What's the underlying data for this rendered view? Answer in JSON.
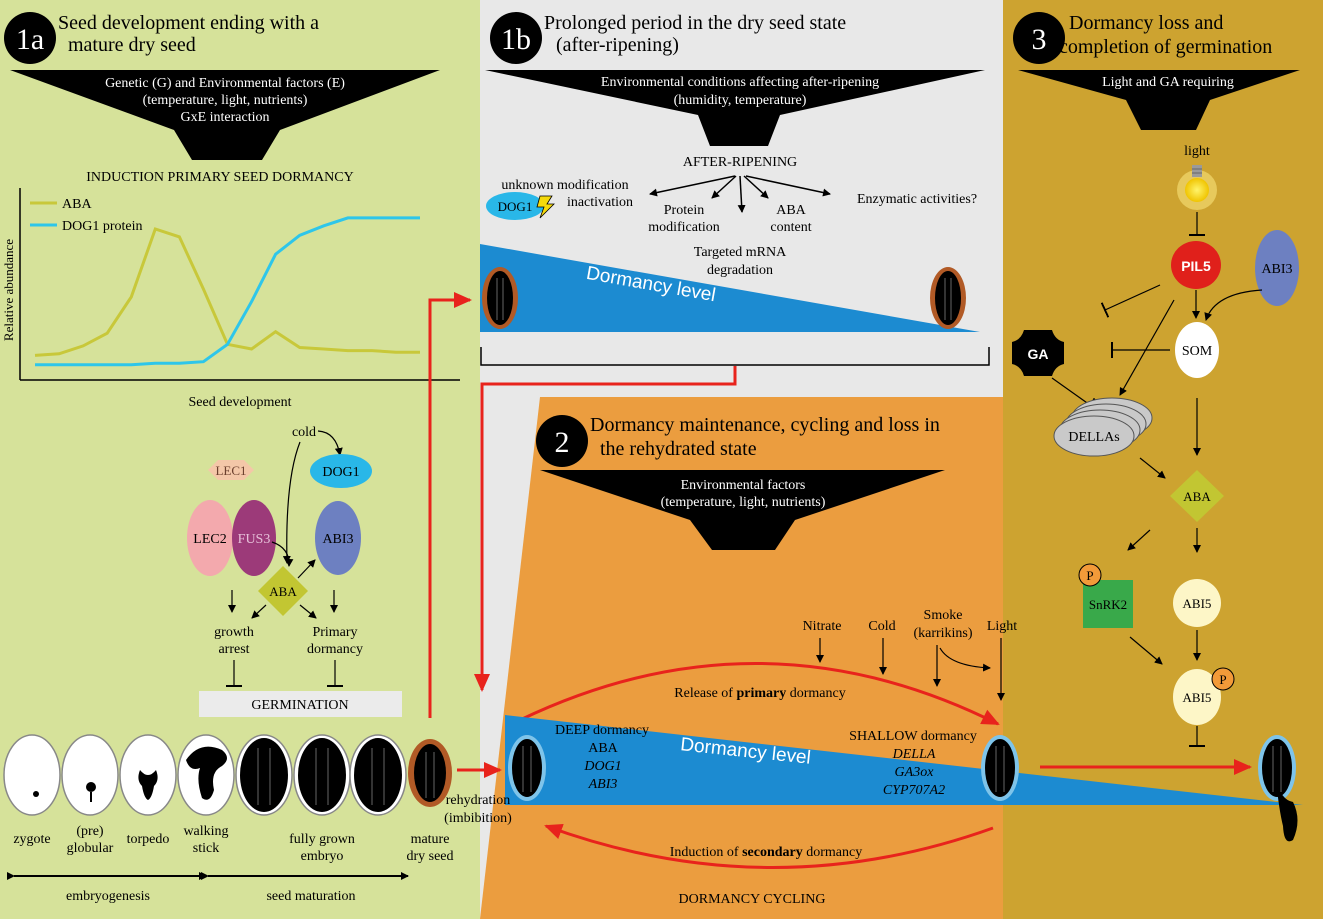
{
  "colors": {
    "panel_1a": "#d6e29a",
    "panel_1b": "#e8e8e8",
    "panel_2": "#eb9d3f",
    "panel_3": "#cda330",
    "dormancy_wedge": "#1c8bd1",
    "aba_line": "#c8c83a",
    "dog1_line": "#2ec6ea",
    "red_arrow": "#e8231c",
    "lec1": "#f4c7a8",
    "lec2": "#f3a9ad",
    "fus3": "#9c3a79",
    "abi3": "#6d80c1",
    "dog1": "#29b7e8",
    "aba_diamond": "#c2c632",
    "pil5": "#e0201b",
    "snrk2": "#39a94a",
    "abi5": "#fdf6c7",
    "phospho": "#f29a39"
  },
  "panel_1a": {
    "badge": "1a",
    "title_line1": "Seed development ending with a",
    "title_line2": "mature dry seed",
    "factors_line1": "Genetic (G) and Environmental factors (E)",
    "factors_line2": "(temperature, light, nutrients)",
    "factors_line3": "GxE interaction",
    "induction_label": "INDUCTION PRIMARY SEED DORMANCY",
    "legend_aba": "ABA",
    "legend_dog1": "DOG1 protein",
    "ylabel": "Relative abundance",
    "xlabel": "Seed development",
    "cold": "cold",
    "lec1": "LEC1",
    "lec2": "LEC2",
    "fus3": "FUS3",
    "dog1": "DOG1",
    "abi3": "ABI3",
    "aba": "ABA",
    "growth_arrest_1": "growth",
    "growth_arrest_2": "arrest",
    "primary_dormancy_1": "Primary",
    "primary_dormancy_2": "dormancy",
    "germination": "GERMINATION",
    "stages": [
      {
        "line1": "zygote",
        "line2": ""
      },
      {
        "line1": "(pre)",
        "line2": "globular"
      },
      {
        "line1": "torpedo",
        "line2": ""
      },
      {
        "line1": "walking",
        "line2": "stick"
      },
      {
        "line1": "fully grown",
        "line2": "embryo"
      },
      {
        "line1": "mature",
        "line2": "dry seed"
      }
    ],
    "embryogenesis": "embryogenesis",
    "seed_maturation": "seed maturation"
  },
  "chart_data": {
    "type": "line",
    "title": "",
    "xlabel": "Seed development",
    "ylabel": "Relative abundance",
    "x": [
      0,
      1,
      2,
      3,
      4,
      5,
      6,
      7,
      8,
      9,
      10,
      11,
      12,
      13,
      14,
      15,
      16
    ],
    "ylim": [
      0,
      100
    ],
    "series": [
      {
        "name": "ABA",
        "values": [
          8,
          9,
          14,
          22,
          45,
          88,
          83,
          50,
          15,
          12,
          23,
          13,
          12,
          11,
          11,
          10,
          10
        ]
      },
      {
        "name": "DOG1 protein",
        "values": [
          2,
          2,
          2,
          2,
          2,
          3,
          3,
          4,
          15,
          42,
          72,
          84,
          90,
          95,
          95,
          95,
          95
        ]
      }
    ]
  },
  "panel_1b": {
    "badge": "1b",
    "title_line1": "Prolonged period in the dry seed state",
    "title_line2": "(after-ripening)",
    "env_line1": "Environmental conditions affecting after-ripening",
    "env_line2": "(humidity, temperature)",
    "after_ripening": "AFTER-RIPENING",
    "unknown_mod": "unknown modification",
    "inactivation": "inactivation",
    "dog1": "DOG1",
    "protein_mod_1": "Protein",
    "protein_mod_2": "modification",
    "aba_content_1": "ABA",
    "aba_content_2": "content",
    "enzymatic": "Enzymatic activities?",
    "mrna_1": "Targeted mRNA",
    "mrna_2": "degradation",
    "dormancy_level": "Dormancy level"
  },
  "panel_2": {
    "badge": "2",
    "title_line1": "Dormancy maintenance, cycling and loss in",
    "title_line2": "the rehydrated state",
    "env_line1": "Environmental factors",
    "env_line2": "(temperature, light, nutrients)",
    "nitrate": "Nitrate",
    "cold": "Cold",
    "smoke_1": "Smoke",
    "smoke_2": "(karrikins)",
    "light": "Light",
    "release_pre": "Release of ",
    "release_bold": "primary",
    "release_post": " dormancy",
    "deep_1": "DEEP dormancy",
    "deep_2": "ABA",
    "deep_3": "DOG1",
    "deep_4": "ABI3",
    "dormancy_level": "Dormancy level",
    "shallow_1": "SHALLOW dormancy",
    "shallow_2": "DELLA",
    "shallow_3": "GA3ox",
    "shallow_4": "CYP707A2",
    "rehydration_1": "rehydration",
    "rehydration_2": "(imbibition)",
    "induction_pre": "Induction of ",
    "induction_bold": "secondary",
    "induction_post": " dormancy",
    "dormancy_cycling": "DORMANCY CYCLING"
  },
  "panel_3": {
    "badge": "3",
    "title_line1": "Dormancy loss and",
    "title_line2": "completion of germination",
    "requirement": "Light and GA requiring",
    "light": "light",
    "pil5": "PIL5",
    "abi3": "ABI3",
    "ga": "GA",
    "som": "SOM",
    "dellas": "DELLAs",
    "aba": "ABA",
    "p": "P",
    "snrk2": "SnRK2",
    "abi5": "ABI5",
    "abi5_p": "ABI5"
  }
}
